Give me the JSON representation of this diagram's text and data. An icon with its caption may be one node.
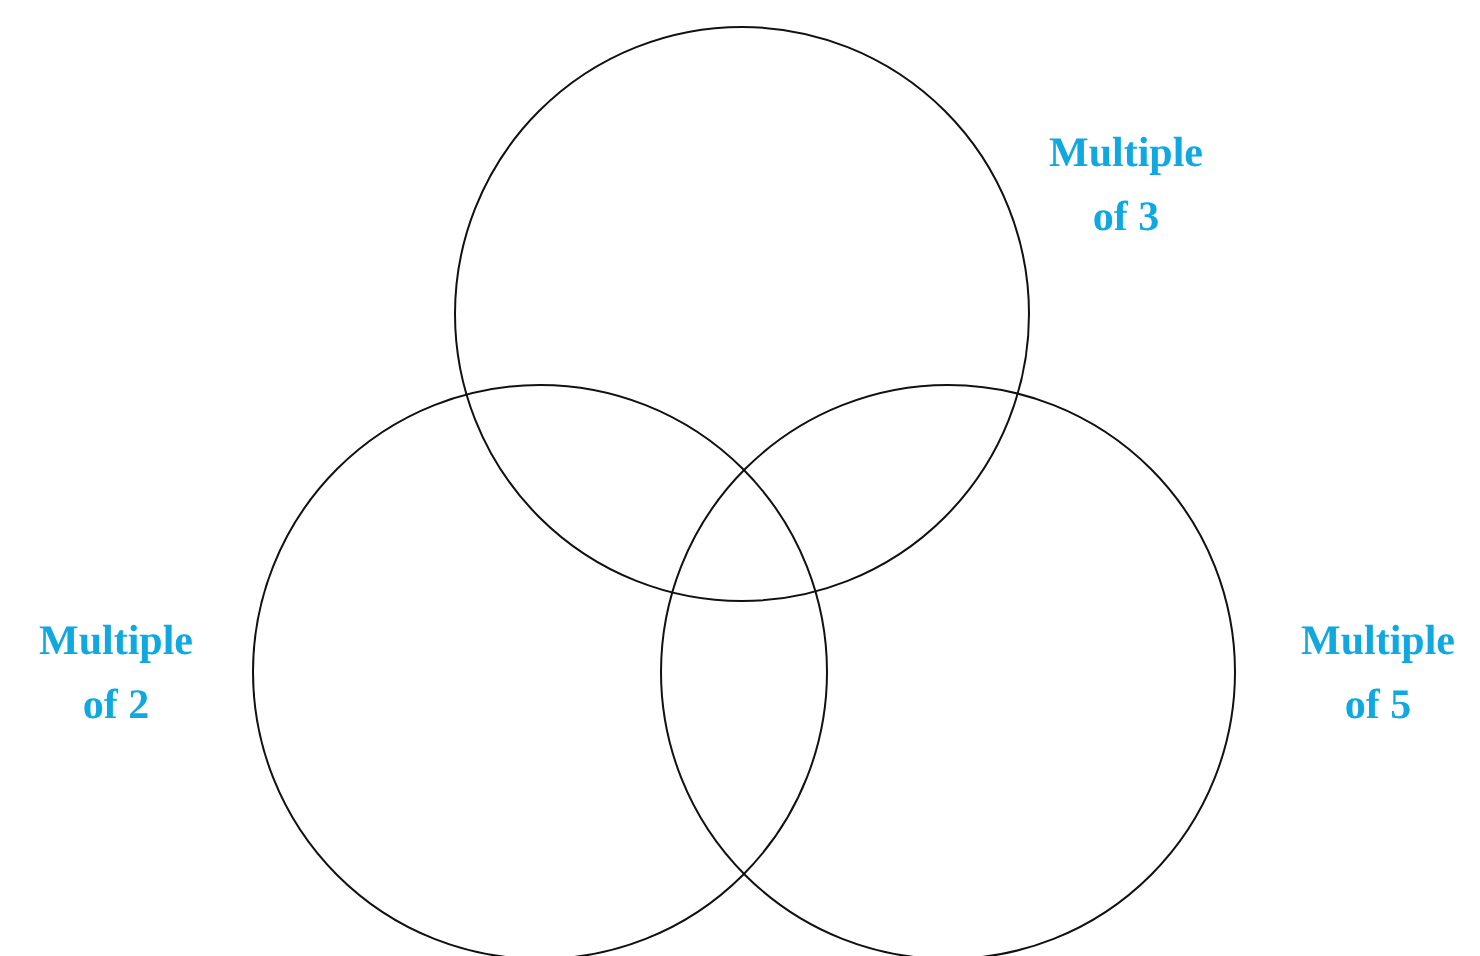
{
  "diagram": {
    "nodes": [
      {
        "text": [],
        "shape": "circle",
        "beside": [
          "Multiple of 3"
        ]
      },
      {
        "text": [],
        "shape": "circle",
        "beside": [
          "Multiple of 2"
        ]
      },
      {
        "text": [],
        "shape": "circle",
        "beside": [
          "Multiple of 5"
        ]
      }
    ]
  }
}
